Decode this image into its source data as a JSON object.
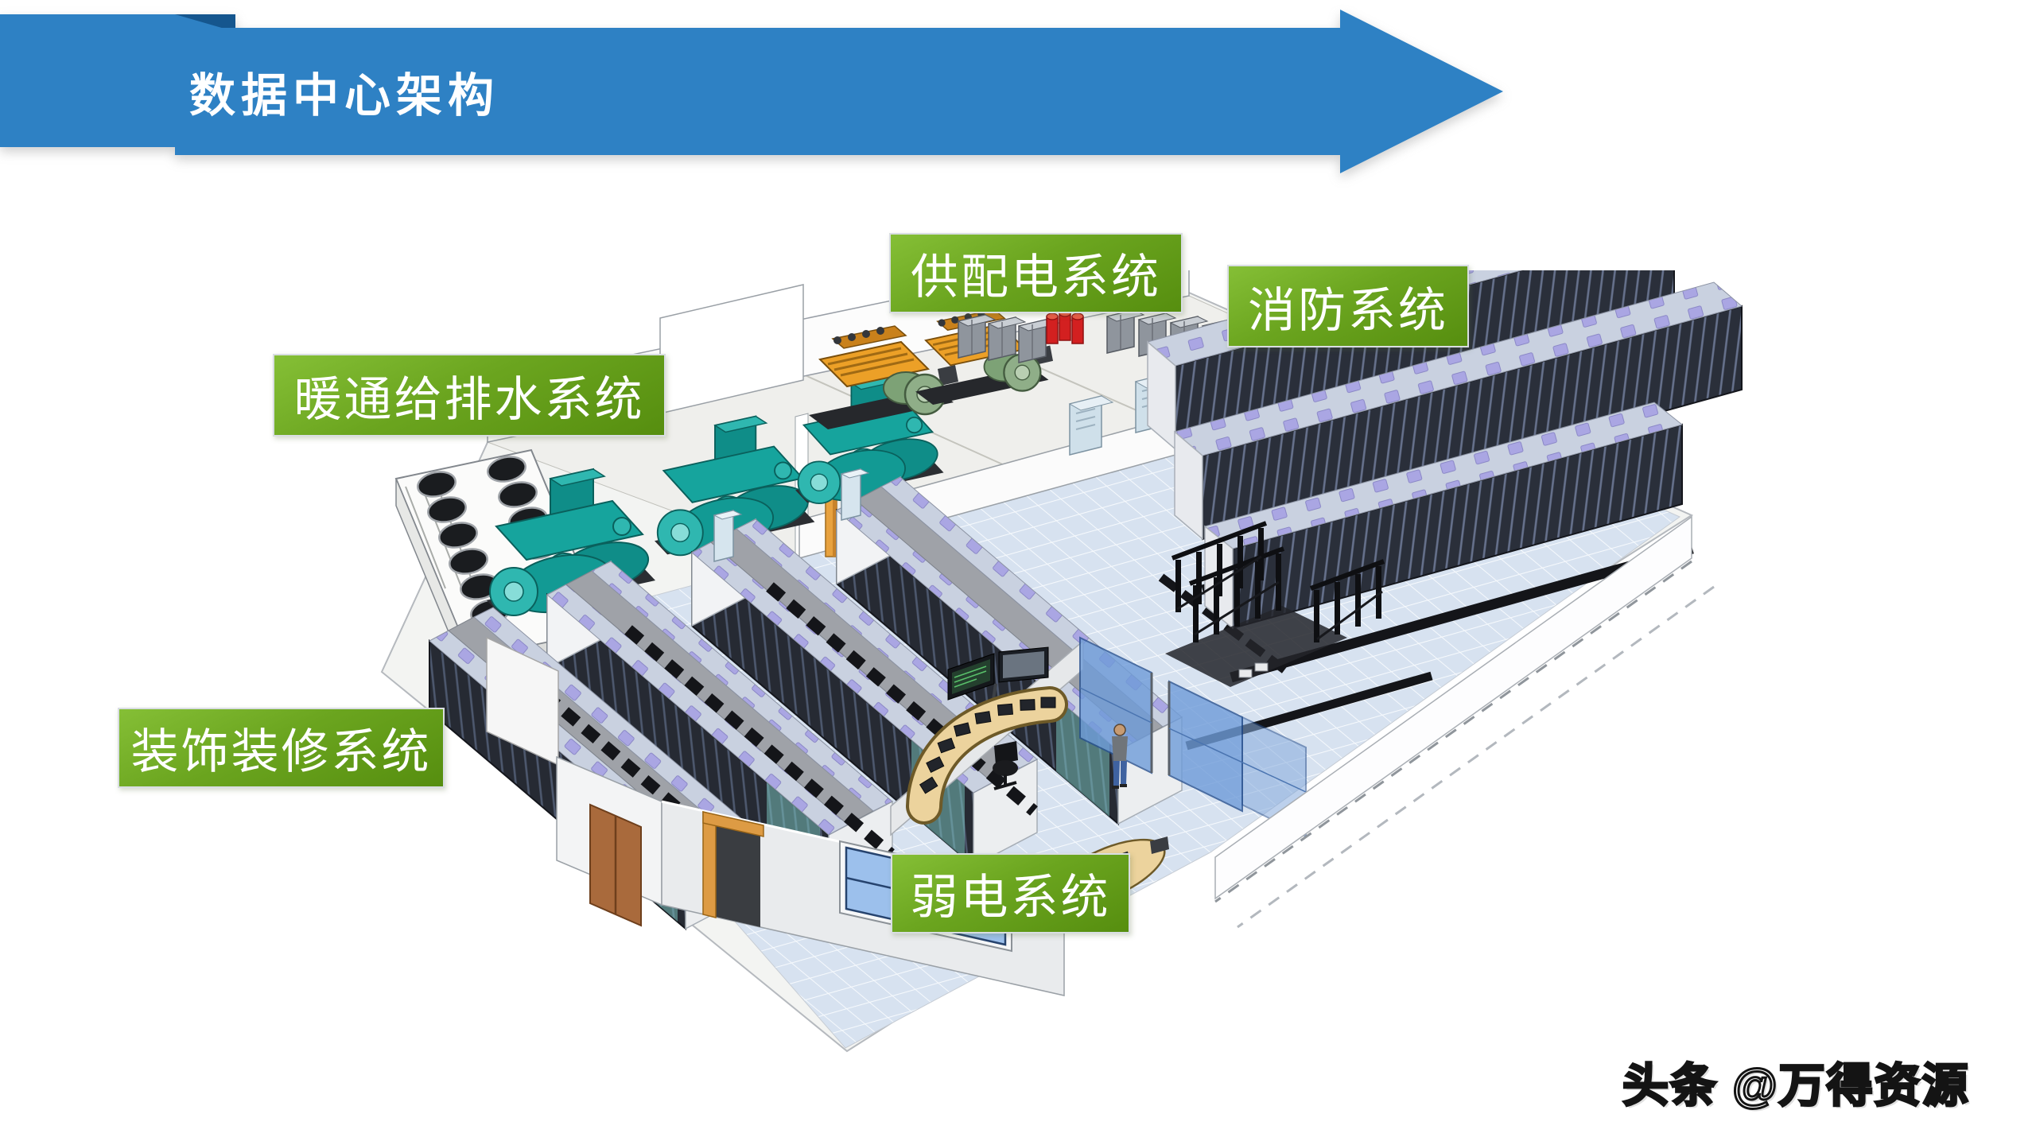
{
  "slide": {
    "title": "数据中心架构",
    "watermark": "头条 @万得资源"
  },
  "labels": [
    {
      "id": "power",
      "text": "供配电系统"
    },
    {
      "id": "fire",
      "text": "消防系统"
    },
    {
      "id": "hvac",
      "text": "暖通给排水系统"
    },
    {
      "id": "decoration",
      "text": "装饰装修系统"
    },
    {
      "id": "elv",
      "text": "弱电系统"
    }
  ],
  "colors": {
    "banner_blue": "#2e81c4",
    "banner_fold": "#15568e",
    "label_green": "#6ba51f",
    "label_border": "#d9dee2",
    "floor_tile_blue": "#d7e2f0",
    "rack_dark": "#262a33",
    "roof_gray": "#9fa2a8",
    "rooftop_dot_lavender": "#aaa6e3",
    "chiller_teal": "#16a49d",
    "generator_yellow": "#eca027",
    "tank_red": "#d32020",
    "glass_blue": "#6f9cd9",
    "desk_tan": "#ecd39d",
    "wall_white": "#f3f4f5"
  },
  "illustration": {
    "parts": [
      "cooling-tower-fans",
      "teal-chillers",
      "diesel-generators",
      "power-cabinets",
      "red-fire-tanks",
      "server-rack-rows",
      "cold-aisle-containment-modules",
      "network-cage-racks",
      "control-room-desk",
      "operator-person",
      "glass-partition",
      "front-wall-window",
      "wooden-doors",
      "tiled-raised-floor"
    ]
  }
}
